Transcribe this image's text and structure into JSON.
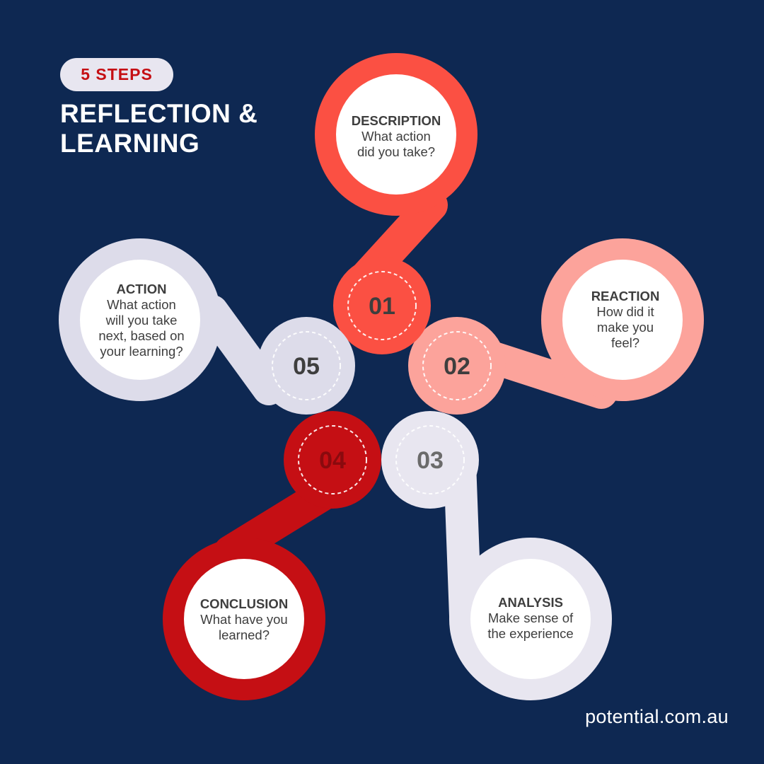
{
  "header": {
    "badge": "5 STEPS",
    "title_line1": "REFLECTION &",
    "title_line2": "LEARNING"
  },
  "footer": {
    "site": "potential.com.au"
  },
  "colors": {
    "background": "#0e2852",
    "step1": "#fb5043",
    "step2": "#fca39b",
    "step3": "#e8e6f0",
    "step4": "#c50f14",
    "step5": "#dddcea"
  },
  "steps": [
    {
      "number": "01",
      "title": "DESCRIPTION",
      "desc": [
        "What action",
        "did you take?"
      ]
    },
    {
      "number": "02",
      "title": "REACTION",
      "desc": [
        "How did it",
        "make you",
        "feel?"
      ]
    },
    {
      "number": "03",
      "title": "ANALYSIS",
      "desc": [
        "Make sense of",
        "the experience"
      ]
    },
    {
      "number": "04",
      "title": "CONCLUSION",
      "desc": [
        "What have you",
        "learned?"
      ]
    },
    {
      "number": "05",
      "title": "ACTION",
      "desc": [
        "What action",
        "will you take",
        "next, based on",
        "your learning?"
      ]
    }
  ]
}
